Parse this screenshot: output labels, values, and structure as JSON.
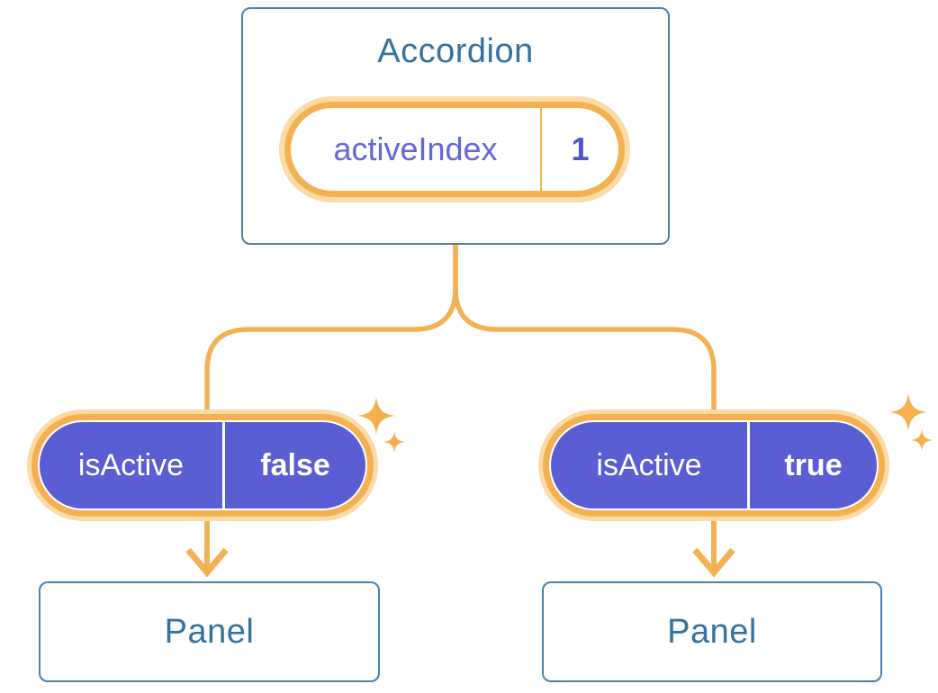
{
  "root": {
    "title": "Accordion",
    "state": {
      "name": "activeIndex",
      "value": "1"
    }
  },
  "children": [
    {
      "prop": {
        "name": "isActive",
        "value": "false"
      },
      "panel": "Panel"
    },
    {
      "prop": {
        "name": "isActive",
        "value": "true"
      },
      "panel": "Panel"
    }
  ],
  "icons": {
    "sparkle": "sparkle-icon",
    "arrow": "arrow-down"
  },
  "colors": {
    "card_border": "#4e81a8",
    "card_text": "#35739e",
    "wire_orange": "#f3b155",
    "ring_stroke": "#f4b152",
    "ring_halo": "#fbdba6",
    "pill_purple": "#5a5ed2",
    "state_text_purple": "#6467d6",
    "background": "#ffffff"
  }
}
